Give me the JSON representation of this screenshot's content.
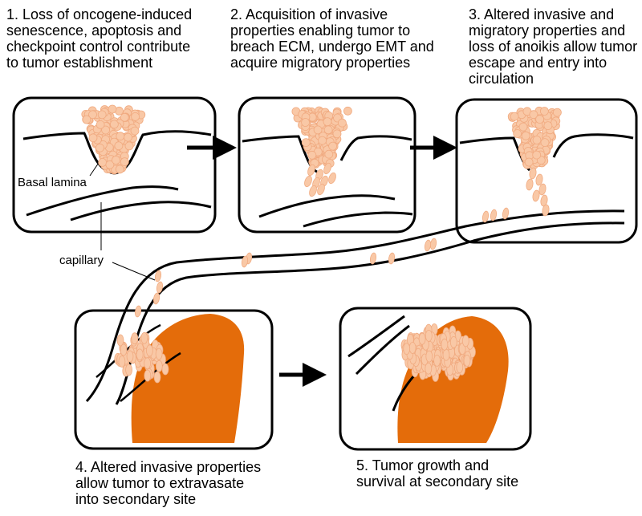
{
  "captions": {
    "step1": "1. Loss of oncogene-induced\nsenescence, apoptosis and\ncheckpoint control contribute\nto tumor establishment",
    "step2": "2. Acquisition of invasive\nproperties enabling tumor to\nbreach ECM, undergo EMT and\nacquire migratory properties",
    "step3": "3. Altered invasive and\nmigratory properties and\nloss of anoikis allow tumor\nescape and entry into\ncirculation",
    "step4": "4. Altered invasive properties\nallow tumor to extravasate\ninto secondary site",
    "step5": "5. Tumor growth and\nsurvival at secondary site"
  },
  "labels": {
    "basal_lamina": "Basal lamina",
    "capillary": "capillary"
  },
  "colors": {
    "tumor_cell": "#f9c8a6",
    "tumor_cell_edge": "#f0aa80",
    "secondary_site": "#e46c0a",
    "line": "#000000"
  }
}
